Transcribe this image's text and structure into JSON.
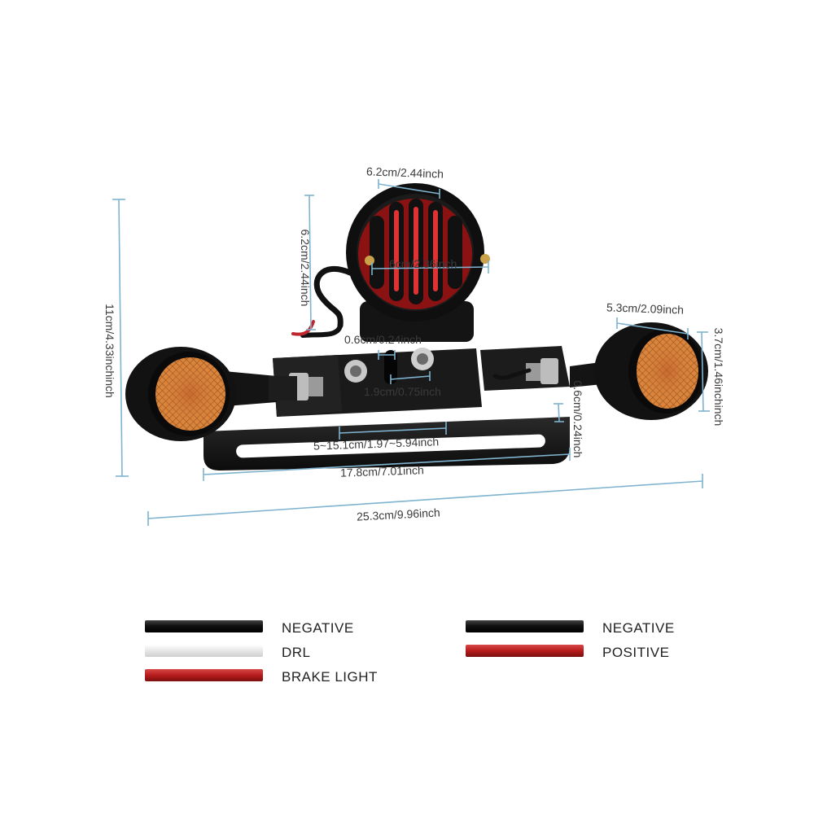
{
  "dimensions": {
    "light_top_width": "6.2cm/2.44inch",
    "light_height": "6.2cm/2.44inch",
    "light_lens_width": "6cm/2.36inch",
    "total_height": "11cm/4.33inchinch",
    "signal_width": "5.3cm/2.09inch",
    "signal_height": "3.7cm/1.46inchinch",
    "hole_diameter": "0.6cm/0.24inch",
    "hole_spacing": "1.9cm/0.75inch",
    "slot_height": "0.6cm/0.24inch",
    "slot_range": "5~15.1cm/1.97~5.94inch",
    "bracket_width": "17.8cm/7.01inch",
    "total_width": "25.3cm/9.96inch"
  },
  "legend_left": [
    {
      "label": "NEGATIVE",
      "color": "#111111"
    },
    {
      "label": "DRL",
      "color": "#ececec"
    },
    {
      "label": "BRAKE LIGHT",
      "color": "#b71c1c"
    }
  ],
  "legend_right": [
    {
      "label": "NEGATIVE",
      "color": "#111111"
    },
    {
      "label": "POSITIVE",
      "color": "#b71c1c"
    }
  ],
  "colors": {
    "dimension_line": "#7fb3cf",
    "body_black": "#151515",
    "lens_red": "#b01e1e",
    "lens_amber": "#d9823a"
  }
}
